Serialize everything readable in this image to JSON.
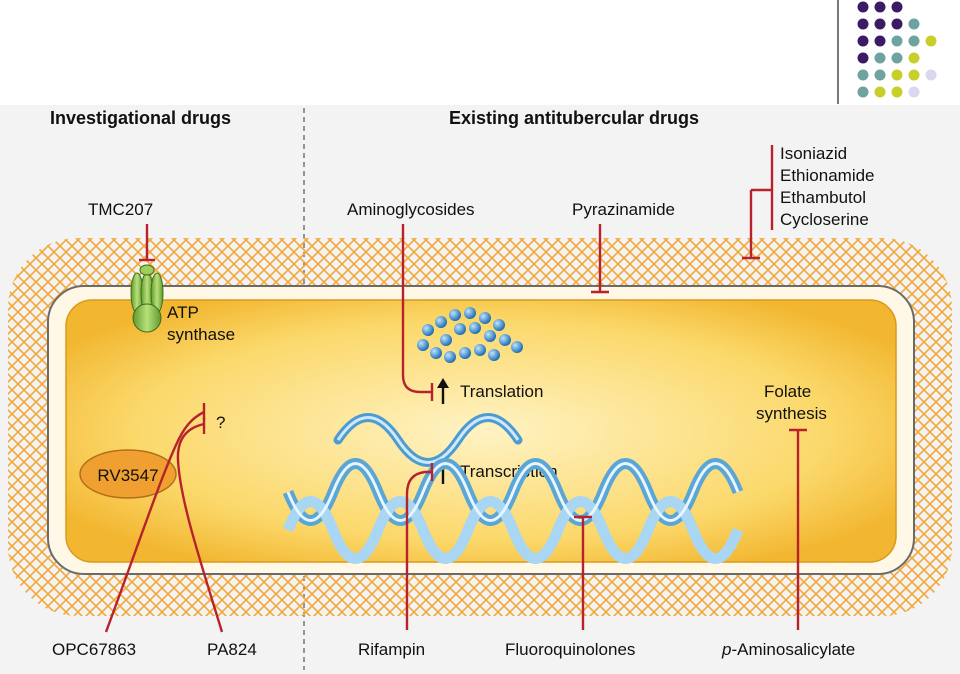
{
  "headers": {
    "investigational": "Investigational drugs",
    "existing": "Existing antitubercular drugs"
  },
  "drugs": {
    "tmc207": "TMC207",
    "aminoglycosides": "Aminoglycosides",
    "pyrazinamide": "Pyrazinamide",
    "group": [
      "Isoniazid",
      "Ethionamide",
      "Ethambutol",
      "Cycloserine"
    ],
    "opc": "OPC67863",
    "pa824": "PA824",
    "rifampin": "Rifampin",
    "fluoroquinolones": "Fluoroquinolones",
    "pas_italic": "p",
    "pas_rest": "-Aminosalicylate"
  },
  "targets": {
    "atp1": "ATP",
    "atp2": "synthase",
    "translation": "Translation",
    "transcription": "Transcription",
    "folate1": "Folate",
    "folate2": "synthesis",
    "unknown": "?",
    "rv3547": "RV3547"
  },
  "colors": {
    "inhibition": "#b8222c",
    "wall": "#f2a93b",
    "cytoplasm": "#f7c744",
    "dna": "#5aa6d6",
    "ribosome": "#3a86c8",
    "atp_synthase": "#7cb342",
    "rv3547": "#f0a030",
    "dot_purple": "#3b1a66",
    "dot_teal": "#6fa3a0",
    "dot_yellow": "#c9cf2a",
    "dot_lavender": "#d8d8ee"
  }
}
